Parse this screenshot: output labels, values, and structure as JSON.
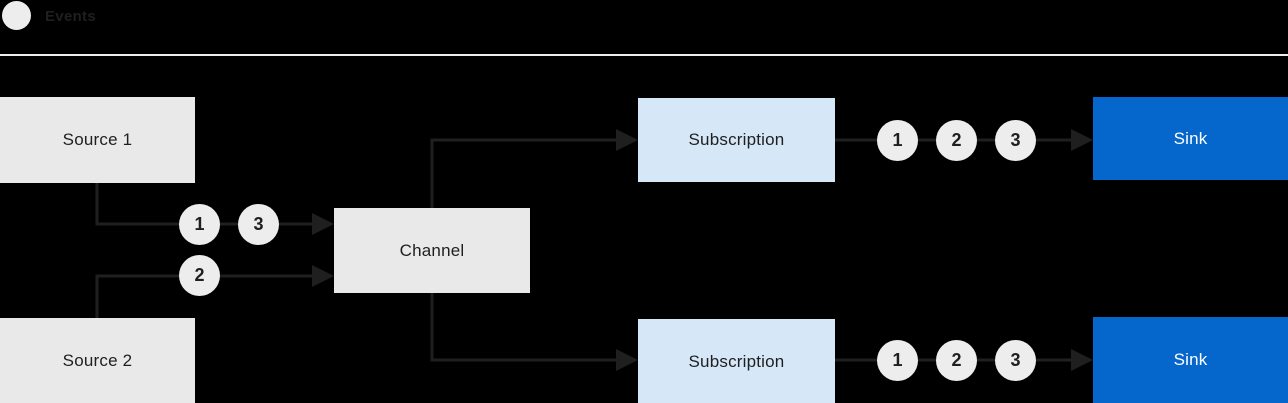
{
  "legend": {
    "label": "Events"
  },
  "colors": {
    "bg": "#000000",
    "ink": "#1f1f1f",
    "line": "#1f1f1f",
    "dot": "#ededed",
    "divider": "#ededed",
    "node-gray": "#e9e9e9",
    "node-light-blue": "#d6e7f8",
    "node-blue": "#0566cc"
  },
  "nodes": {
    "source1": {
      "label": "Source 1"
    },
    "source2": {
      "label": "Source 2"
    },
    "channel": {
      "label": "Channel"
    },
    "subscription1": {
      "label": "Subscription"
    },
    "subscription2": {
      "label": "Subscription"
    },
    "sink1": {
      "label": "Sink"
    },
    "sink2": {
      "label": "Sink"
    }
  },
  "events": {
    "source1_to_channel": [
      "1",
      "3"
    ],
    "source2_to_channel": [
      "2"
    ],
    "subscription1_to_sink": [
      "1",
      "2",
      "3"
    ],
    "subscription2_to_sink": [
      "1",
      "2",
      "3"
    ]
  }
}
